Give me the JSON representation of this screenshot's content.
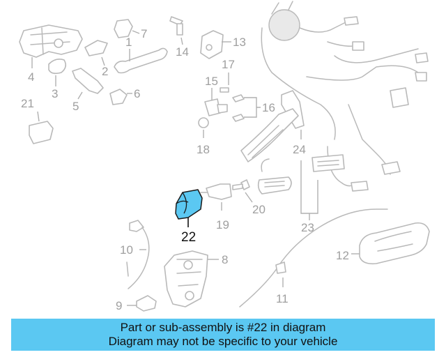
{
  "diagram": {
    "highlight_color": "#5bc8f2",
    "highlighted_part": "22",
    "callouts": {
      "c1": "1",
      "c2": "2",
      "c3": "3",
      "c4": "4",
      "c5": "5",
      "c6": "6",
      "c7": "7",
      "c8": "8",
      "c9": "9",
      "c10": "10",
      "c11": "11",
      "c12": "12",
      "c13": "13",
      "c14": "14",
      "c15": "15",
      "c16": "16",
      "c17": "17",
      "c18": "18",
      "c19": "19",
      "c20": "20",
      "c21": "21",
      "c22": "22",
      "c23": "23",
      "c24": "24"
    }
  },
  "banner": {
    "line1": "Part or sub-assembly is #22 in diagram",
    "line2": "Diagram may not be specific to your vehicle",
    "color": "#5bc8f2"
  }
}
